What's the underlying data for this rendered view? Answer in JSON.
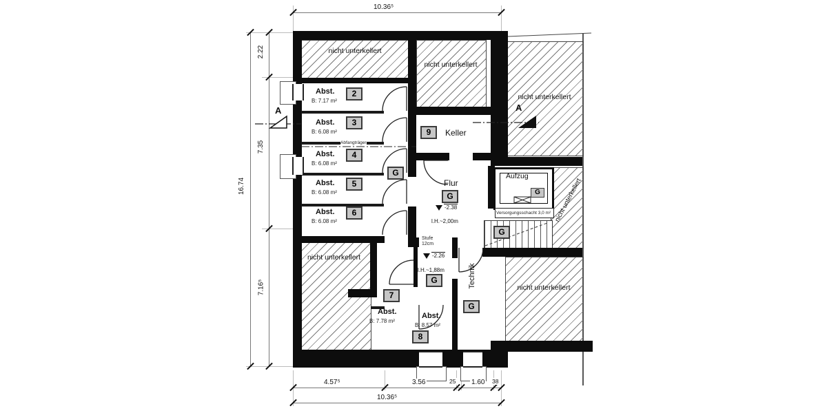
{
  "dimensions": {
    "top_total": "10.36⁵",
    "bottom_total": "10.36⁵",
    "bottom_segments": [
      "4.57⁵",
      "3.56",
      "25",
      "1.60",
      "38"
    ],
    "left_total": "16.74",
    "left_segments": [
      "2.22",
      "7.35",
      "7.16⁵"
    ]
  },
  "rooms": [
    {
      "badge": "2",
      "label": "Abst.",
      "area": "B: 7.17 m²"
    },
    {
      "badge": "3",
      "label": "Abst.",
      "area": "B: 6.08 m²"
    },
    {
      "badge": "4",
      "label": "Abst.",
      "area": "B: 6.08 m²"
    },
    {
      "badge": "5",
      "label": "Abst.",
      "area": "B: 6.08 m²"
    },
    {
      "badge": "6",
      "label": "Abst.",
      "area": "B: 6.08 m²"
    },
    {
      "badge": "7",
      "label": "Abst.",
      "area": "B: 7.78 m²"
    },
    {
      "badge": "8",
      "label": "Abst.",
      "area": "B: 8.57 m²"
    },
    {
      "badge": "9",
      "label": "Keller"
    }
  ],
  "labels": {
    "g": "G",
    "nicht_unterkellert": "nicht unterkellert",
    "flur": "Flur",
    "aufzug": "Aufzug",
    "technik": "Technik",
    "abfangtraeger": "Abfangträger",
    "versorgungsschacht": "Versorgungsschacht 3,0 m²",
    "stufe_1": "Stufe",
    "stufe_2": "12cm",
    "section": "A"
  },
  "levels": [
    {
      "value": "-2.38",
      "clearance": "l.H.~2,00m"
    },
    {
      "value": "-2.26",
      "clearance": "l.H.~1,88m"
    }
  ]
}
